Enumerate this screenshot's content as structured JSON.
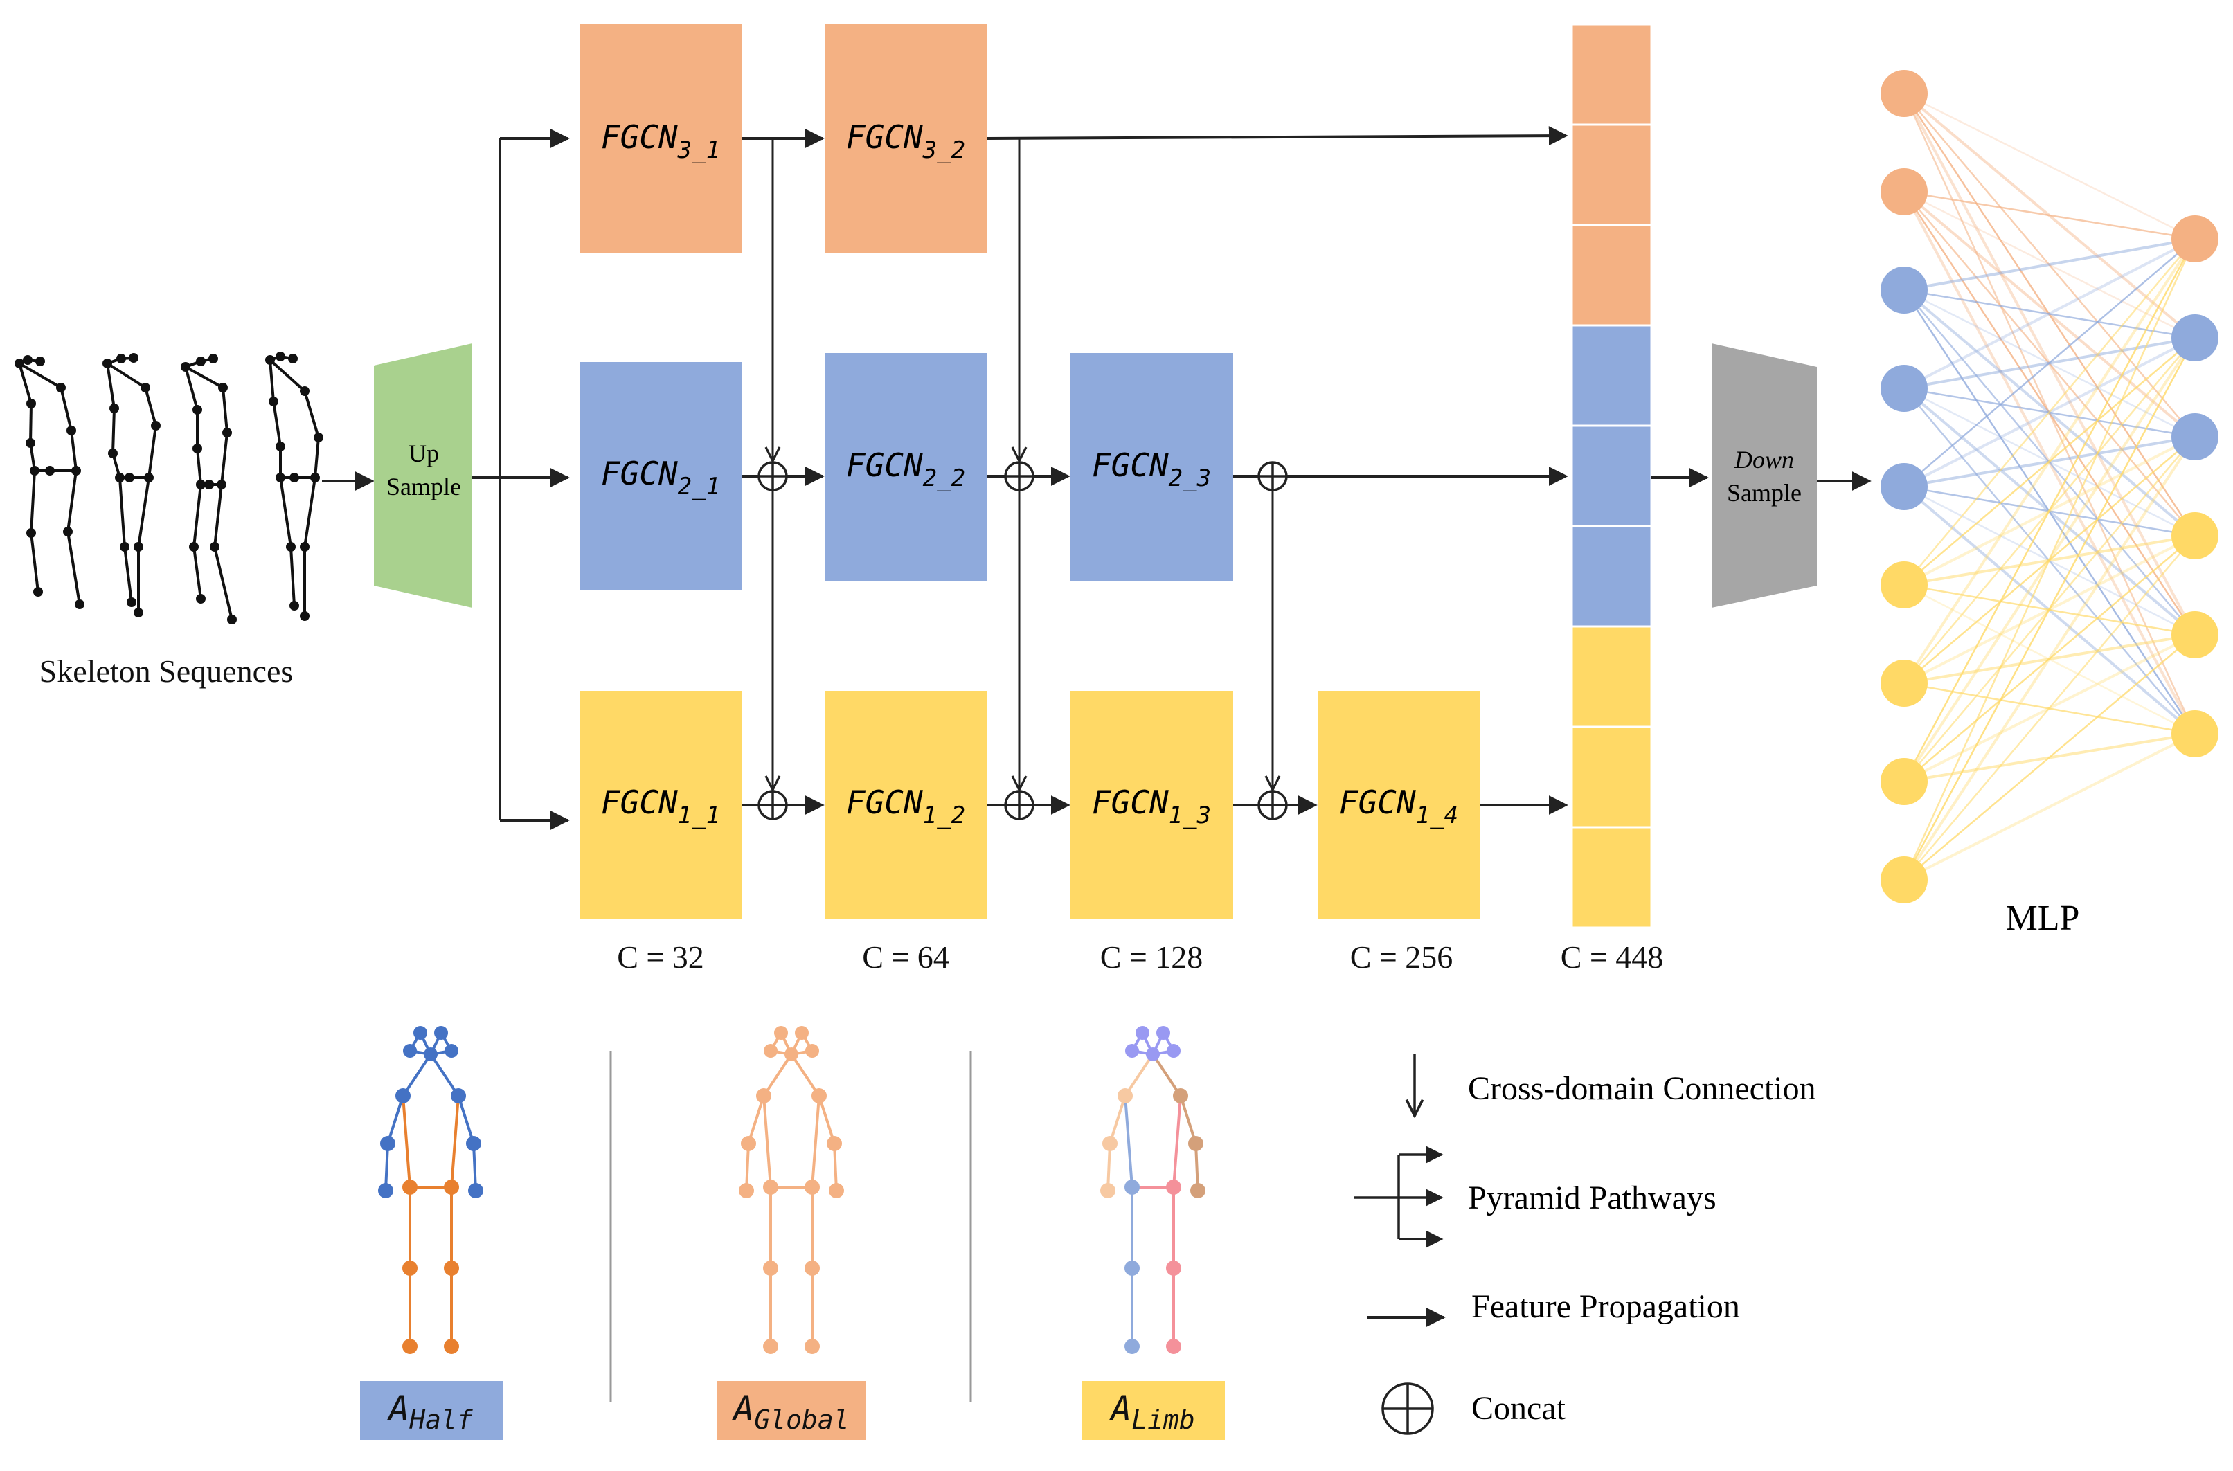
{
  "colors": {
    "orange": "#F4B183",
    "blue": "#8FAADC",
    "yellow": "#FFD966",
    "green": "#A9D18E",
    "gray": "#A6A6A6",
    "line": "#222222",
    "orange_node": "#F4B183",
    "blue_node": "#8FAADC",
    "yellow_node": "#FFD966"
  },
  "input": {
    "label": "Skeleton Sequences"
  },
  "upsample": {
    "line1": "Up",
    "line2": "Sample"
  },
  "downsample": {
    "line1": "Down",
    "line2": "Sample"
  },
  "blocks": {
    "b31": {
      "base": "FGCN",
      "sub": "3_1"
    },
    "b32": {
      "base": "FGCN",
      "sub": "3_2"
    },
    "b21": {
      "base": "FGCN",
      "sub": "2_1"
    },
    "b22": {
      "base": "FGCN",
      "sub": "2_2"
    },
    "b23": {
      "base": "FGCN",
      "sub": "2_3"
    },
    "b11": {
      "base": "FGCN",
      "sub": "1_1"
    },
    "b12": {
      "base": "FGCN",
      "sub": "1_2"
    },
    "b13": {
      "base": "FGCN",
      "sub": "1_3"
    },
    "b14": {
      "base": "FGCN",
      "sub": "1_4"
    }
  },
  "channels": {
    "c1": "C = 32",
    "c2": "C = 64",
    "c3": "C = 128",
    "c4": "C = 256",
    "c5": "C = 448"
  },
  "mlp_label": "MLP",
  "adjacency": {
    "half": {
      "base": "A",
      "sub": "Half"
    },
    "global": {
      "base": "A",
      "sub": "Global"
    },
    "limb": {
      "base": "A",
      "sub": "Limb"
    }
  },
  "legend": {
    "cross": "Cross-domain Connection",
    "pyramid": "Pyramid Pathways",
    "feature": "Feature Propagation",
    "concat": "Concat"
  },
  "mlp": {
    "left_nodes": [
      "orange",
      "orange",
      "blue",
      "blue",
      "blue",
      "yellow",
      "yellow",
      "yellow",
      "yellow"
    ],
    "right_nodes": [
      "orange",
      "blue",
      "blue",
      "yellow",
      "yellow",
      "yellow"
    ]
  }
}
